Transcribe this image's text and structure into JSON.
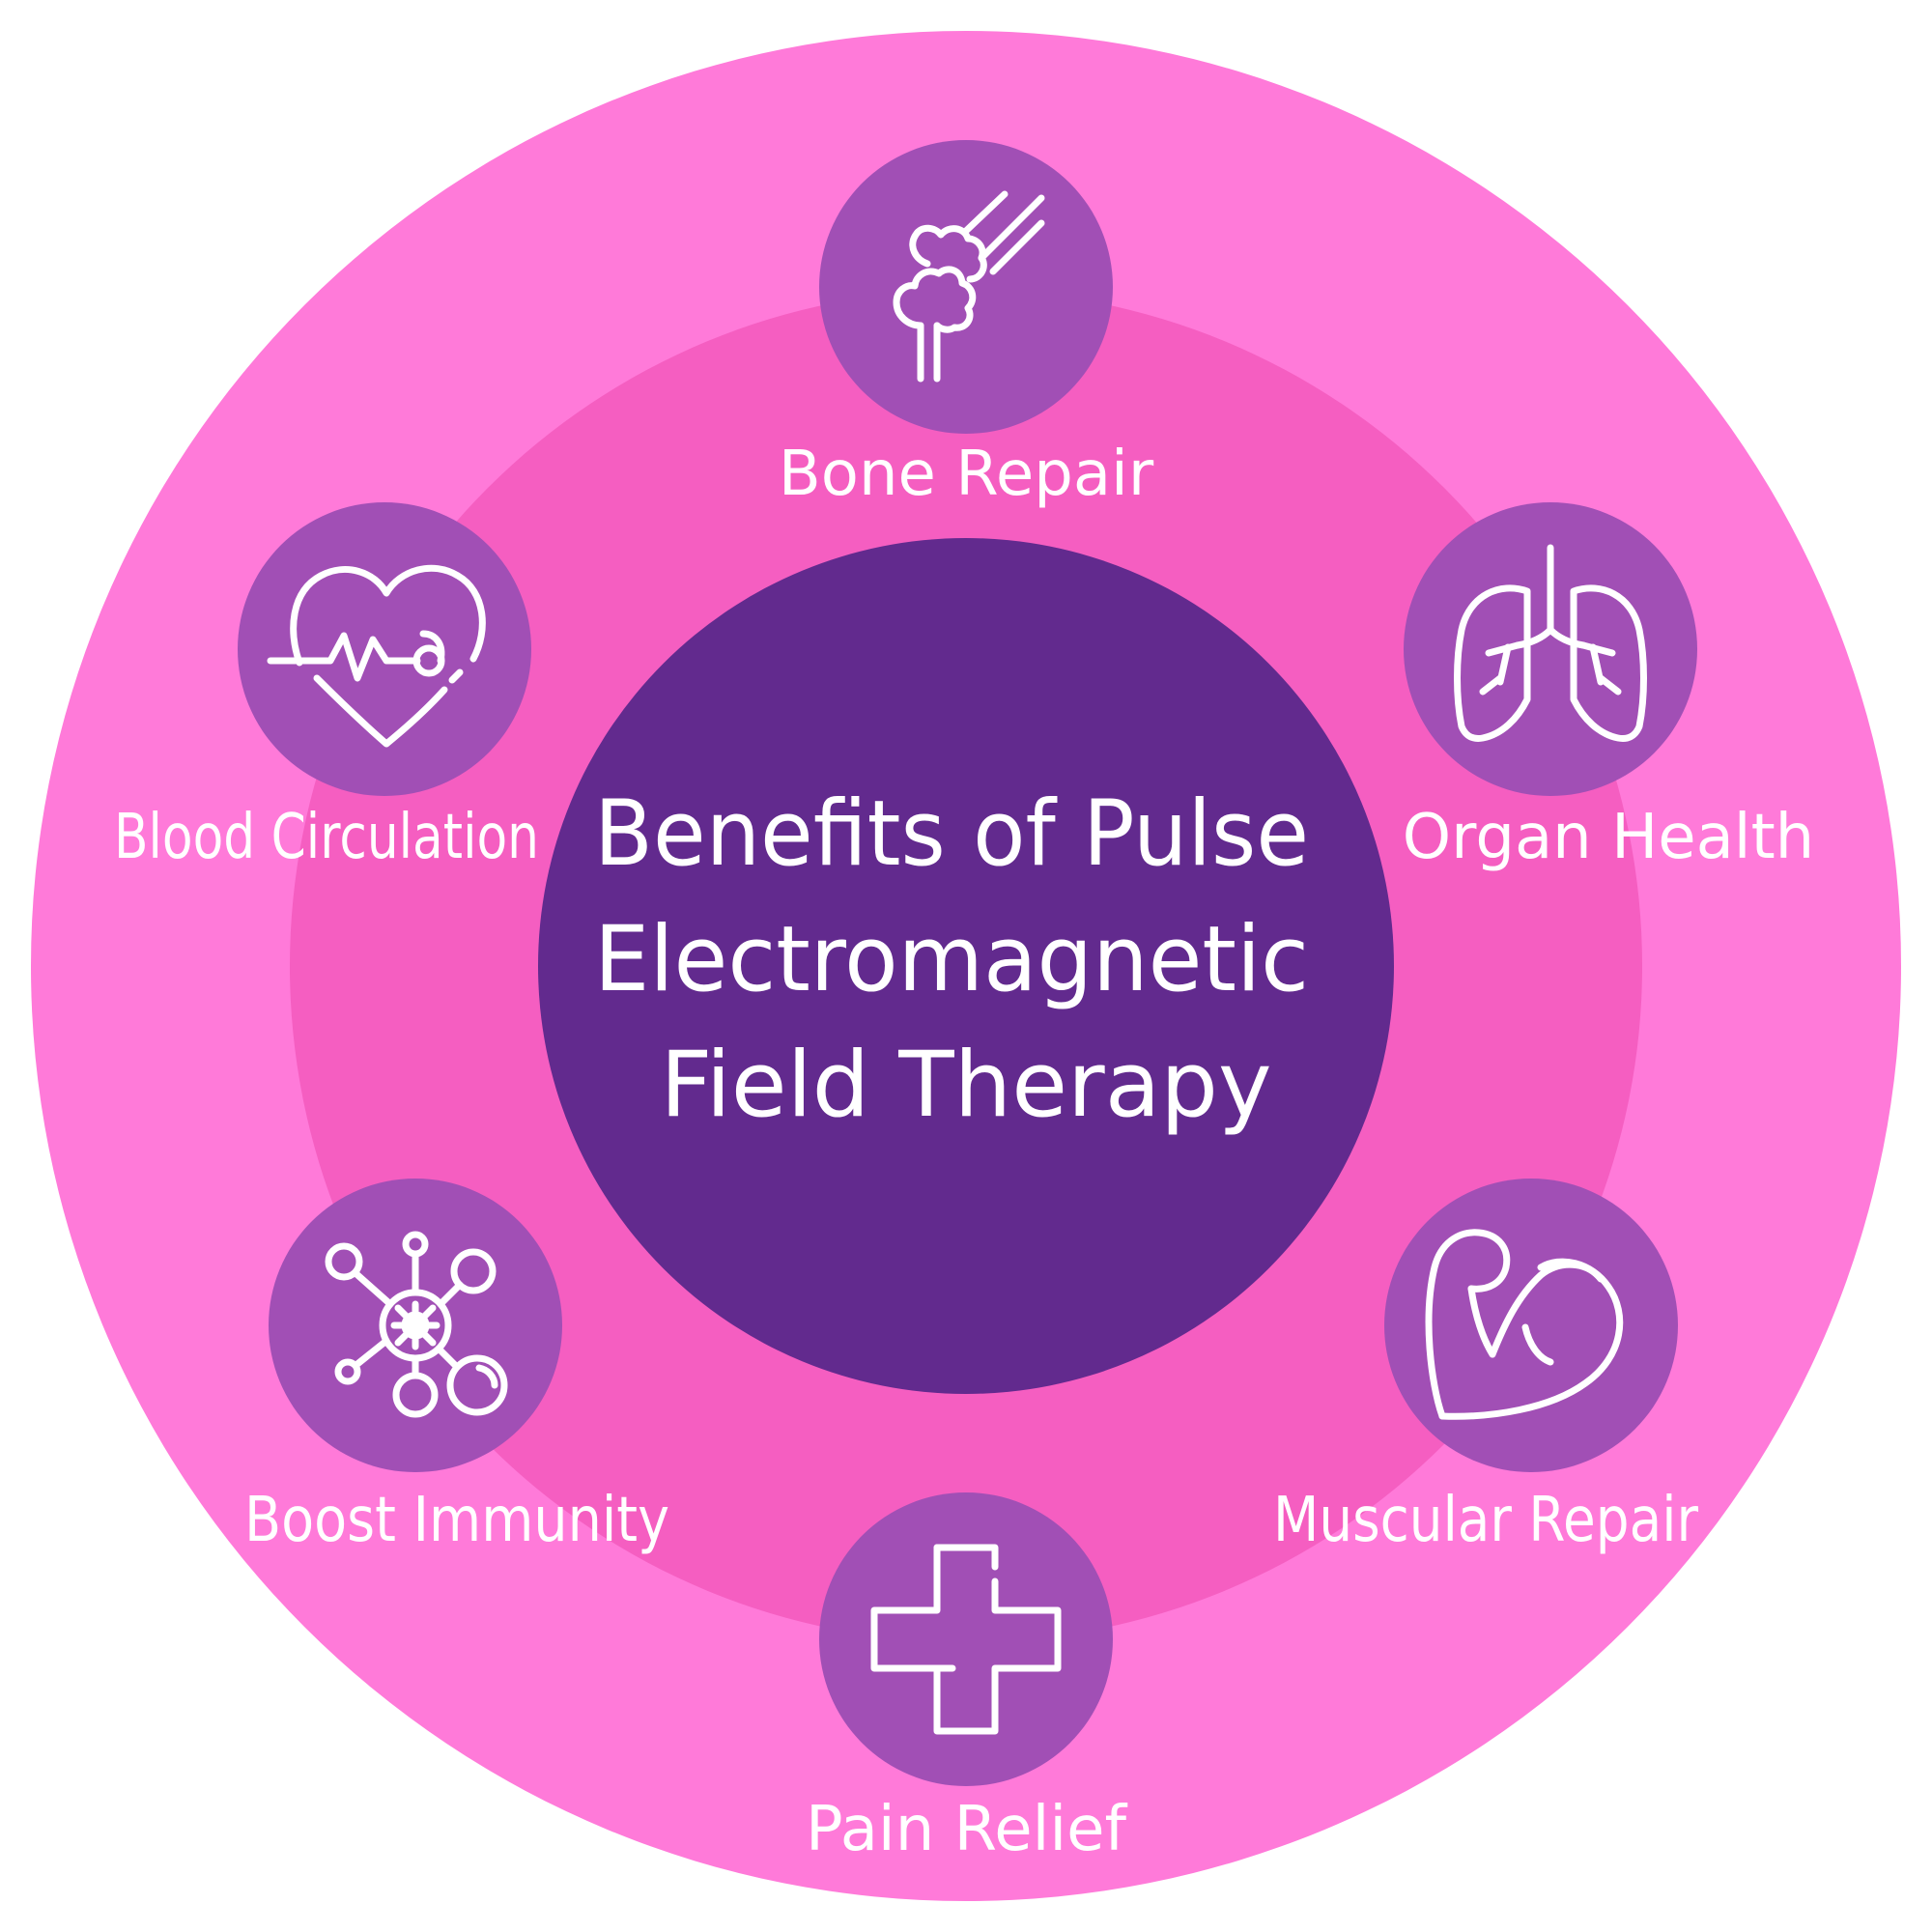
{
  "colors": {
    "background": "#ffffff",
    "outer_ring": "#ff7ad9",
    "middle_ring": "#f55ec1",
    "center": "#622a8e",
    "node": "#a14fb5",
    "text": "#ffffff"
  },
  "center": {
    "title_lines": [
      "Benefits of Pulse",
      "Electromagnetic",
      "Field Therapy"
    ]
  },
  "benefits": [
    {
      "label": "Bone Repair",
      "icon": "bone-joint-icon"
    },
    {
      "label": "Organ Health",
      "icon": "lungs-icon"
    },
    {
      "label": "Muscular Repair",
      "icon": "flexed-arm-icon"
    },
    {
      "label": "Pain Relief",
      "icon": "medical-cross-icon"
    },
    {
      "label": "Boost Immunity",
      "icon": "virus-network-icon"
    },
    {
      "label": "Blood Circulation",
      "icon": "heartbeat-icon"
    }
  ]
}
